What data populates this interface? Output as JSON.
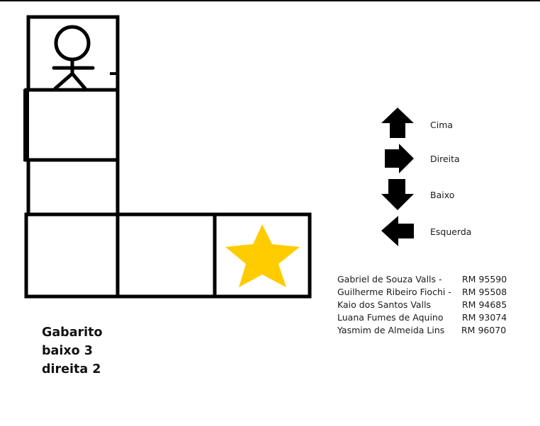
{
  "legend": [
    {
      "direction": "up",
      "icon": "arrow-up-icon",
      "label": "Cima"
    },
    {
      "direction": "right",
      "icon": "arrow-right-icon",
      "label": "Direita"
    },
    {
      "direction": "down",
      "icon": "arrow-down-icon",
      "label": "Baixo"
    },
    {
      "direction": "left",
      "icon": "arrow-left-icon",
      "label": "Esquerda"
    }
  ],
  "team": [
    {
      "name": "Gabriel de Souza Valls -",
      "rm": "RM 95590"
    },
    {
      "name": "Guilherme Ribeiro Fiochi -",
      "rm": "RM 95508"
    },
    {
      "name": "Kaio dos Santos Valls",
      "rm": "RM 94685"
    },
    {
      "name": "Luana Fumes de Aquino",
      "rm": "RM 93074"
    },
    {
      "name": "Yasmim de Almeida Lins",
      "rm": "RM 96070"
    }
  ],
  "answer_key": {
    "title": "Gabarito",
    "steps": [
      "baixo 3",
      "direita 2"
    ]
  },
  "icons": {
    "player": "stick-figure-icon",
    "goal": "star-icon"
  },
  "colors": {
    "outline": "#000000",
    "star": "#FFCC00"
  }
}
